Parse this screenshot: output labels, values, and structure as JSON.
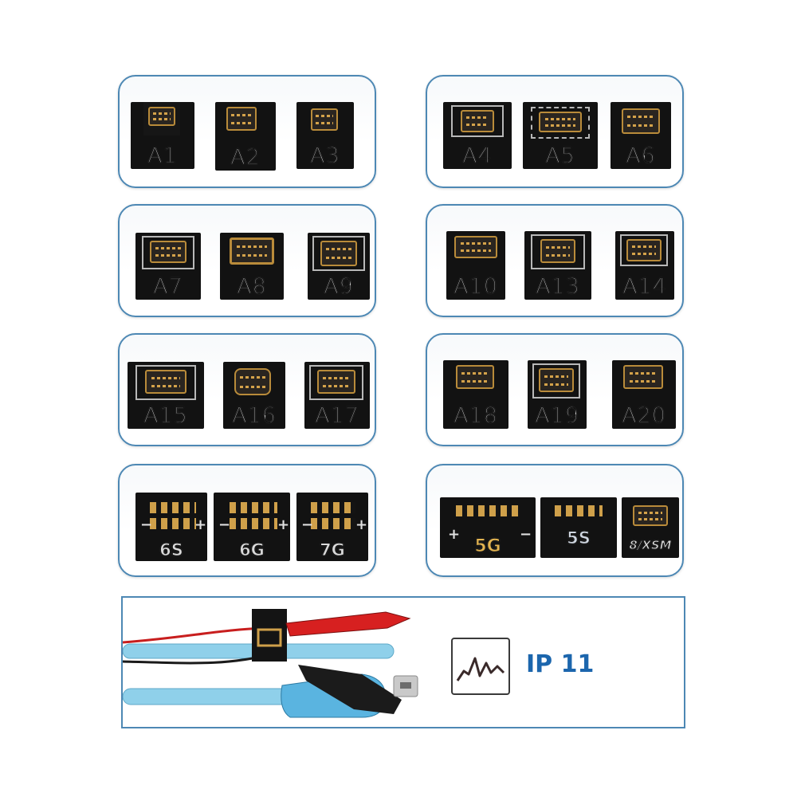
{
  "panels": [
    {
      "labels": [
        "A1",
        "A2",
        "A3"
      ]
    },
    {
      "labels": [
        "A4",
        "A5",
        "A6"
      ]
    },
    {
      "labels": [
        "A7",
        "A8",
        "A9"
      ]
    },
    {
      "labels": [
        "A10",
        "A13",
        "A14"
      ]
    },
    {
      "labels": [
        "A15",
        "A16",
        "A17"
      ]
    },
    {
      "labels": [
        "A18",
        "A19",
        "A20"
      ]
    },
    {
      "labels": [
        "6S",
        "6G",
        "7G"
      ]
    },
    {
      "labels": [
        "5G",
        "5S",
        "8/XSM"
      ]
    }
  ],
  "cable": {
    "label": "IP 11"
  },
  "colors": {
    "panel_border": "#4d88b4",
    "board": "#121212",
    "gold": "#cfa04a",
    "cable_blue": "#8fd0ea",
    "clip_red": "#d72020",
    "label_blue": "#1c66ad"
  },
  "icons": {
    "logo": "waveform-icon"
  }
}
